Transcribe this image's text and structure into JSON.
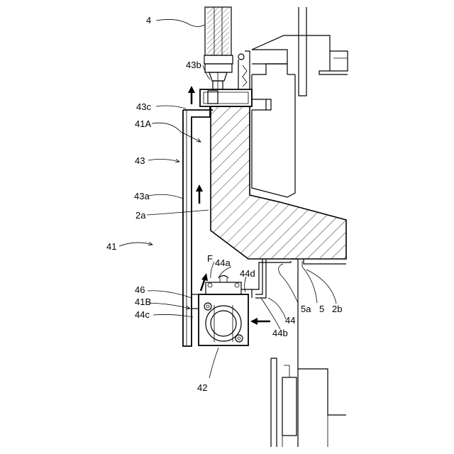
{
  "labels": {
    "l4": "4",
    "l43b": "43b",
    "l43c": "43c",
    "l41A": "41A",
    "l43": "43",
    "l43a": "43a",
    "l2a": "2a",
    "l41": "41",
    "lF": "F",
    "l44a": "44a",
    "l44d": "44d",
    "l46": "46",
    "l41B": "41B",
    "l44c": "44c",
    "l5a": "5a",
    "l5": "5",
    "l2b": "2b",
    "l44": "44",
    "l44b": "44b",
    "l42": "42"
  },
  "colors": {
    "line": "#000000",
    "background": "#ffffff"
  }
}
